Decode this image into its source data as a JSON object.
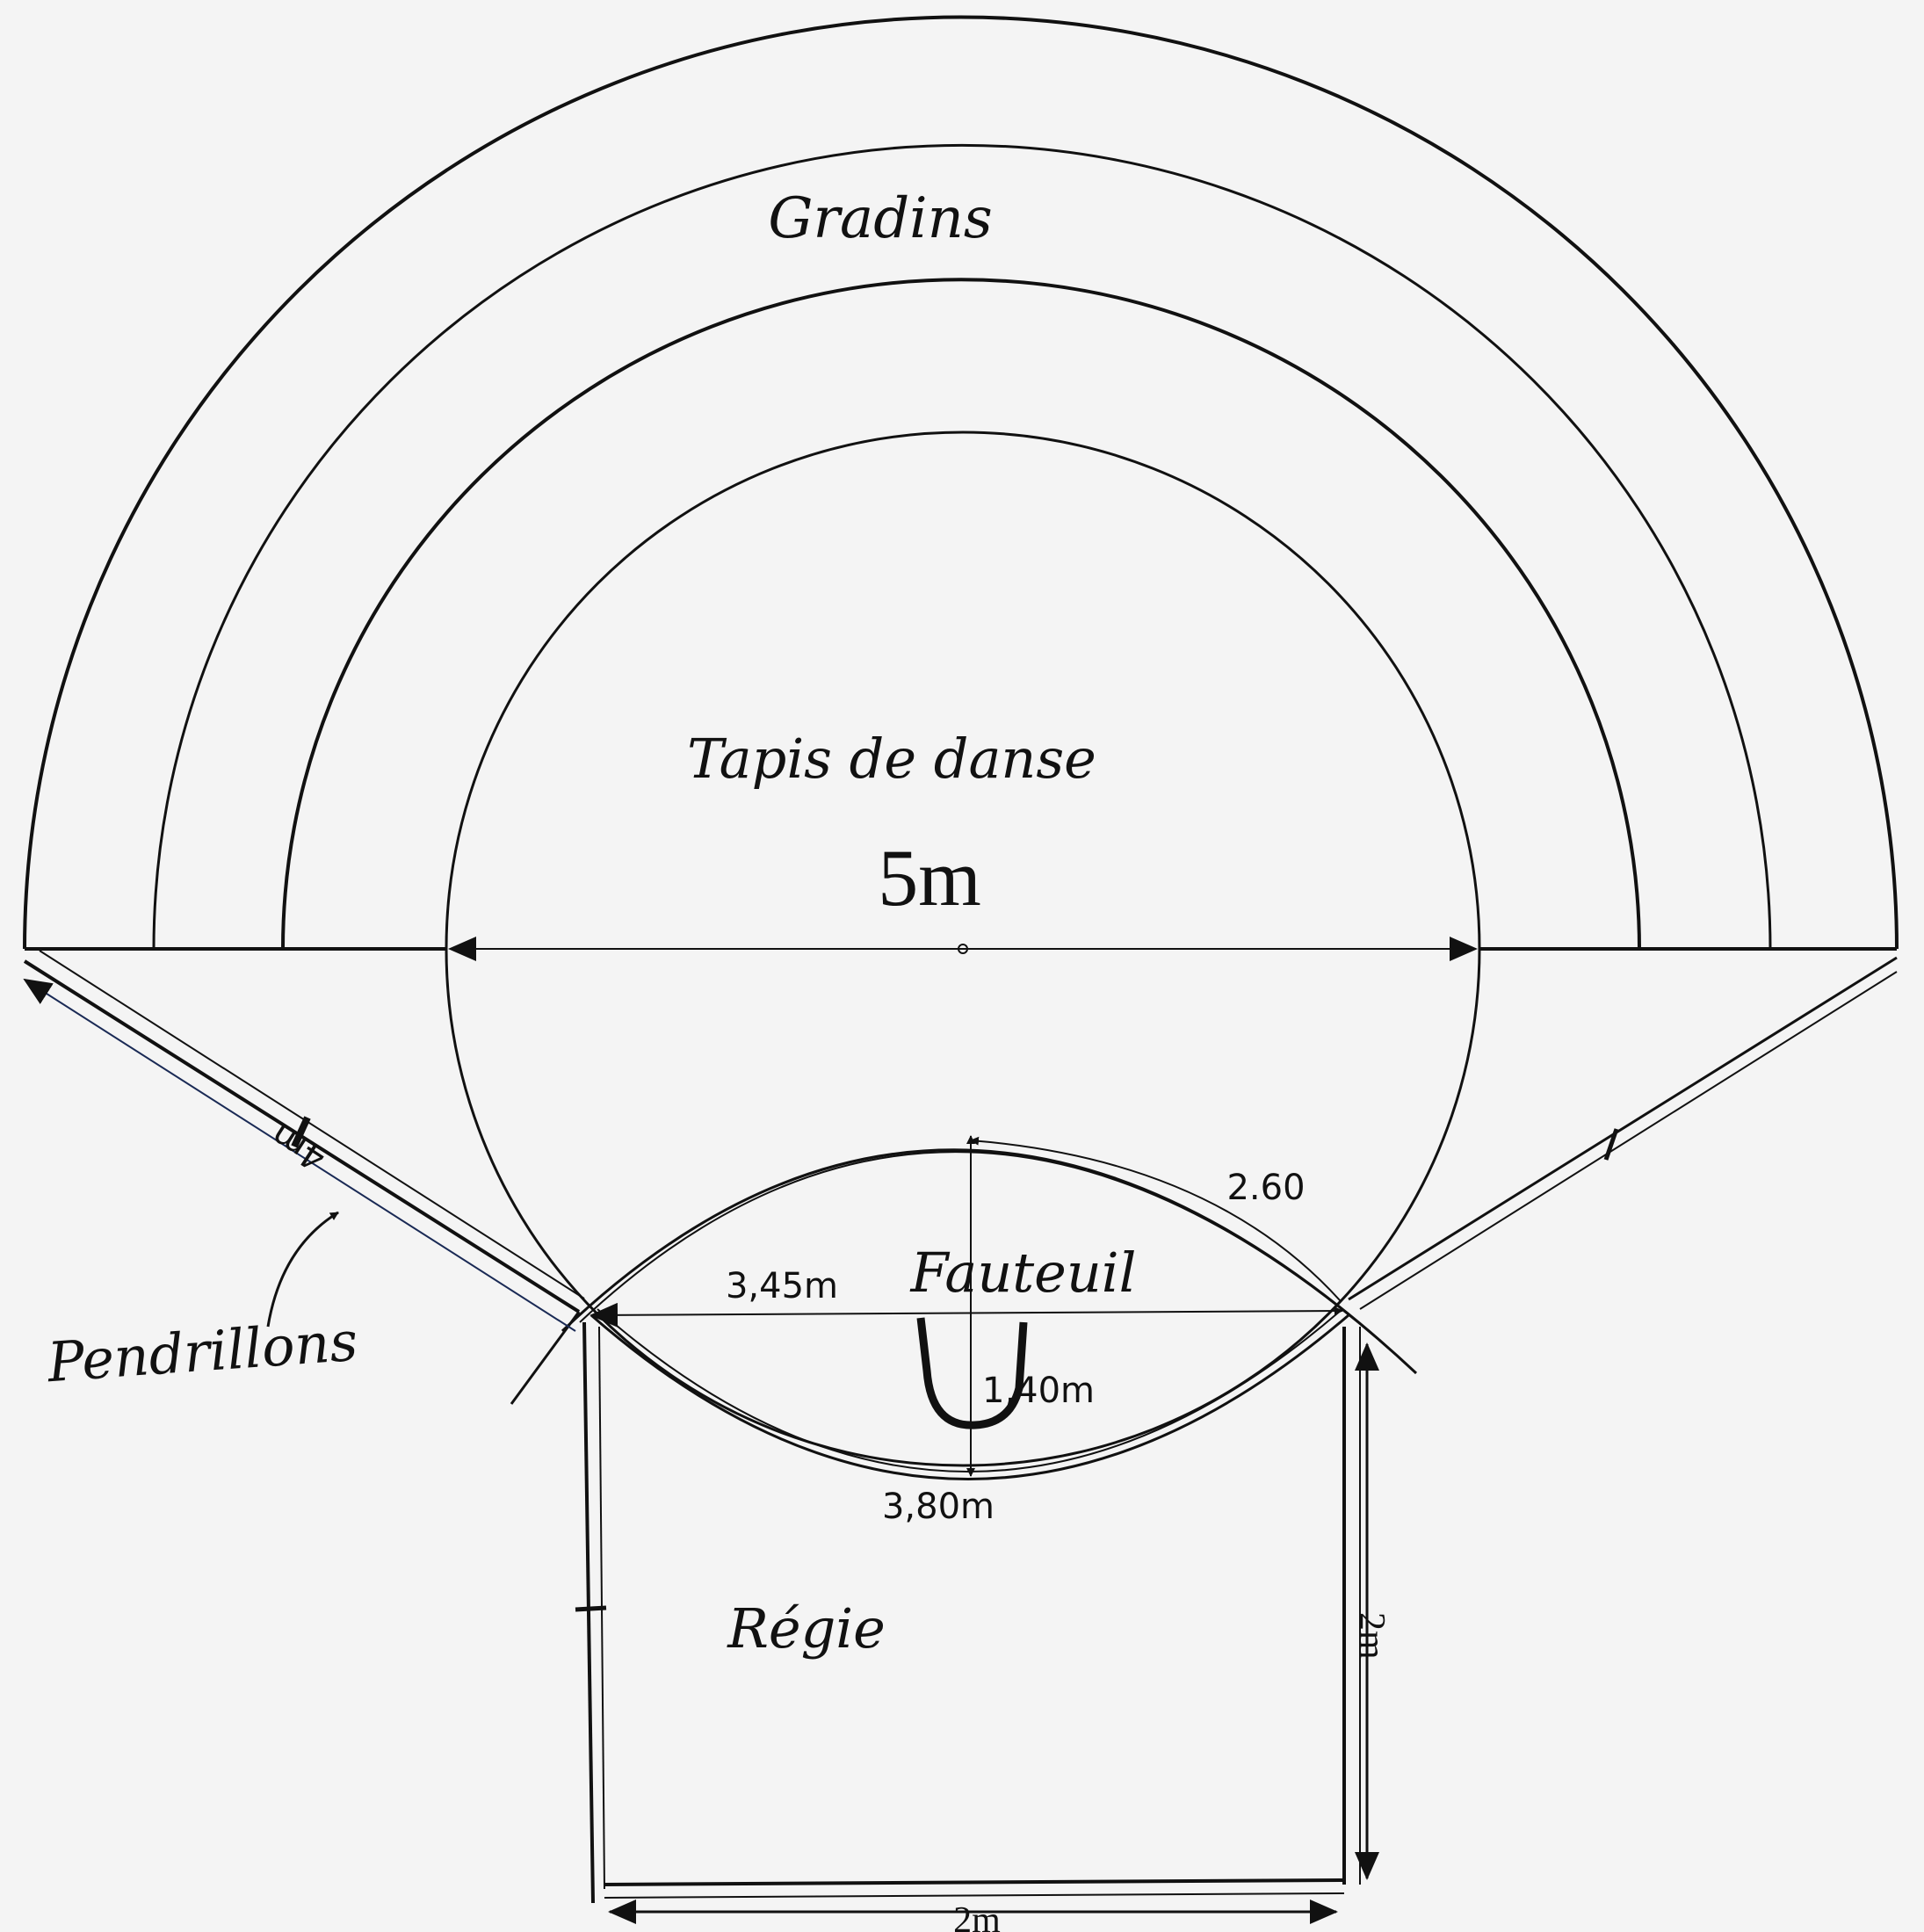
{
  "labels": {
    "gradins": "Gradins",
    "tapis": "Tapis de danse",
    "diameter": "5m",
    "fauteuil": "Fauteuil",
    "arc_length": "2.60",
    "chord": "3,45m",
    "depth": "1,40m",
    "lower_arc": "3,80m",
    "pendrillons": "Pendrillons",
    "pendrillon_length": "4m",
    "regie": "Régie",
    "regie_depth": "2m",
    "regie_width": "2m"
  },
  "colors": {
    "ink": "#111111",
    "paper": "#f4f4f4",
    "dim_line": "#1a2a55"
  }
}
